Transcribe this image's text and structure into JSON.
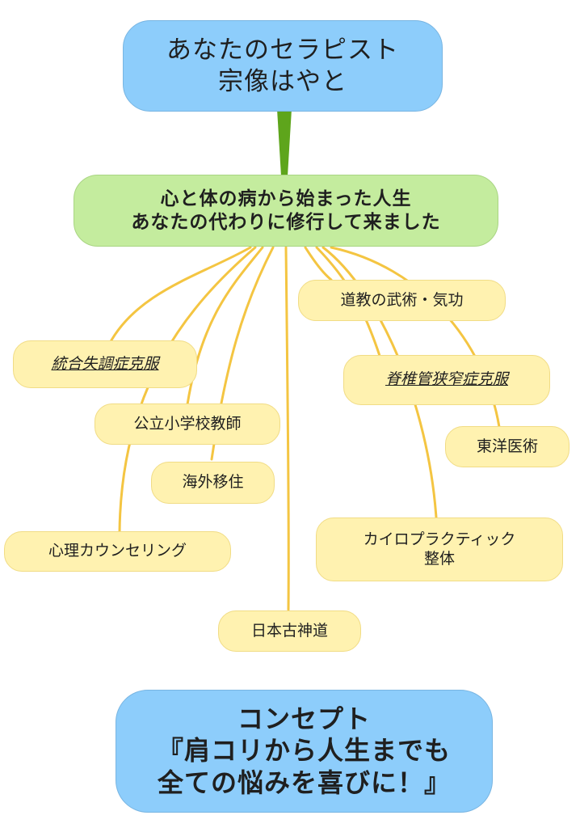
{
  "root": {
    "line1": "あなたのセラピスト",
    "line2": "宗像はやと"
  },
  "mid": {
    "line1": "心と体の病から始まった人生",
    "line2": "あなたの代わりに修行して来ました"
  },
  "leaves": {
    "schizophrenia": "統合失調症克服",
    "teacher": "公立小学校教師",
    "overseas": "海外移住",
    "counseling": "心理カウンセリング",
    "shinto": "日本古神道",
    "taoist": "道教の武術・気功",
    "spinal": "脊椎管狭窄症克服",
    "oriental": "東洋医術",
    "chiro_line1": "カイロプラクティック",
    "chiro_line2": "整体"
  },
  "concept": {
    "line1": "コンセプト",
    "line2": "『肩コリから人生までも",
    "line3": "全ての悩みを喜びに！』"
  },
  "colors": {
    "root_fill": "#8dcdfb",
    "mid_fill": "#c4ec9e",
    "leaf_fill": "#fff2b0",
    "branch_line": "#f4c542",
    "trunk_line": "#5ea51c"
  }
}
